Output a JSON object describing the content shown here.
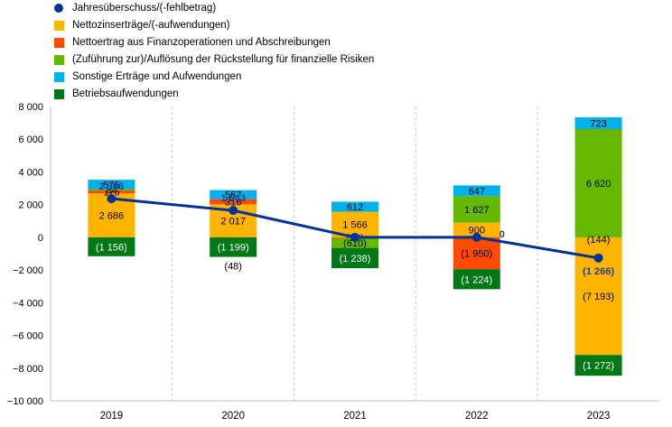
{
  "chart_data": {
    "type": "bar",
    "stacked": true,
    "categories": [
      "2019",
      "2020",
      "2021",
      "2022",
      "2023"
    ],
    "ylim": [
      -10000,
      8000
    ],
    "yticks": [
      8000,
      6000,
      4000,
      2000,
      0,
      -2000,
      -4000,
      -6000,
      -8000,
      -10000
    ],
    "ytick_labels": [
      "8 000",
      "6 000",
      "4 000",
      "2 000",
      "0",
      "−2 000",
      "−4 000",
      "−6 000",
      "−8 000",
      "−10 000"
    ],
    "grid": "vertical",
    "legend_position": "top-left",
    "series": [
      {
        "name": "Nettozinserträge/(-aufwendungen)",
        "color": "#ffb400",
        "values": [
          2686,
          2017,
          1566,
          900,
          -7193
        ],
        "labels": [
          "2 686",
          "2 017",
          "1 566",
          "900",
          "(7 193)"
        ]
      },
      {
        "name": "Nettoertrag aus Finanzoperationen und Abschreibungen",
        "color": "#ff4b00",
        "values": [
          176,
          316,
          -39,
          -1950,
          0
        ],
        "labels": [
          "176",
          "316",
          "(39)",
          "(1 950)",
          ""
        ]
      },
      {
        "name": "(Zuführung zur)/Auflösung der Rückstellung für finanzielle Risiken",
        "color": "#65b800",
        "values": [
          84,
          0,
          -610,
          1627,
          6620
        ],
        "labels": [
          "84",
          "",
          "(610)",
          "1 627",
          "6 620"
        ]
      },
      {
        "name": "Sonstige Erträge und Aufwendungen",
        "color": "#00b1ea",
        "values": [
          575,
          557,
          612,
          647,
          723
        ],
        "labels": [
          "575",
          "557",
          "612",
          "647",
          "723"
        ]
      },
      {
        "name": "Betriebsaufwendungen",
        "color": "#007816",
        "values": [
          -1156,
          -1199,
          -1238,
          -1224,
          -1272
        ],
        "labels": [
          "(1 156)",
          "(1 199)",
          "(1 238)",
          "(1 224)",
          "(1 272)"
        ]
      }
    ],
    "line": {
      "name": "Jahresüberschuss/(-fehlbetrag)",
      "color": "#003299",
      "values": [
        2366,
        1643,
        0,
        0,
        -1266
      ],
      "labels": [
        "2 366",
        "1 643",
        "",
        "0",
        "(1 266)"
      ]
    },
    "extra_labels": [
      {
        "category": "2020",
        "text": "(48)"
      },
      {
        "category": "2023",
        "text": "(144)"
      }
    ]
  }
}
